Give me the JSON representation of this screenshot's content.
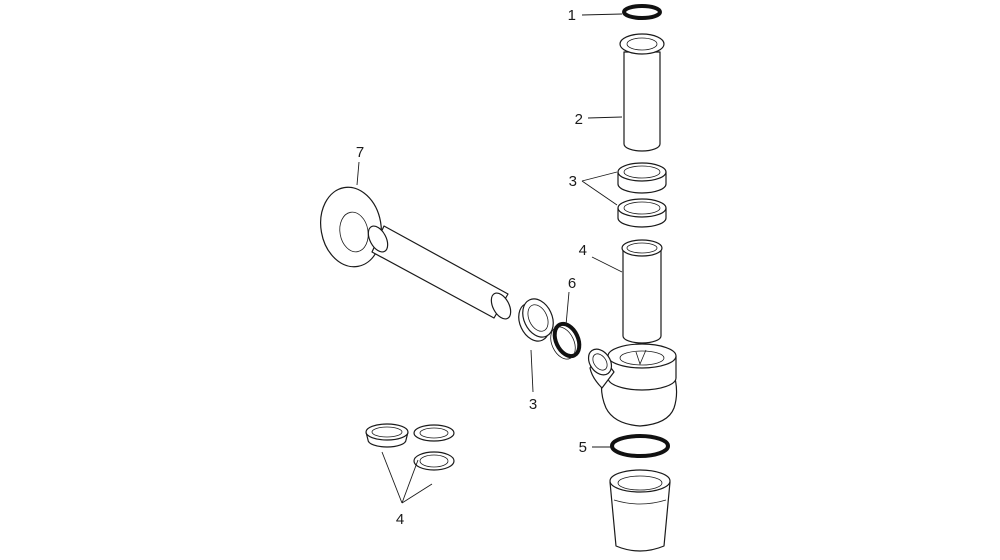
{
  "callouts": {
    "c1": "1",
    "c2": "2",
    "c3_right": "3",
    "c4_right": "4",
    "c5": "5",
    "c6": "6",
    "c3_bottom": "3",
    "c7": "7",
    "c4_left": "4"
  },
  "colors": {
    "line": "#1a1a1a",
    "background": "#ffffff"
  }
}
